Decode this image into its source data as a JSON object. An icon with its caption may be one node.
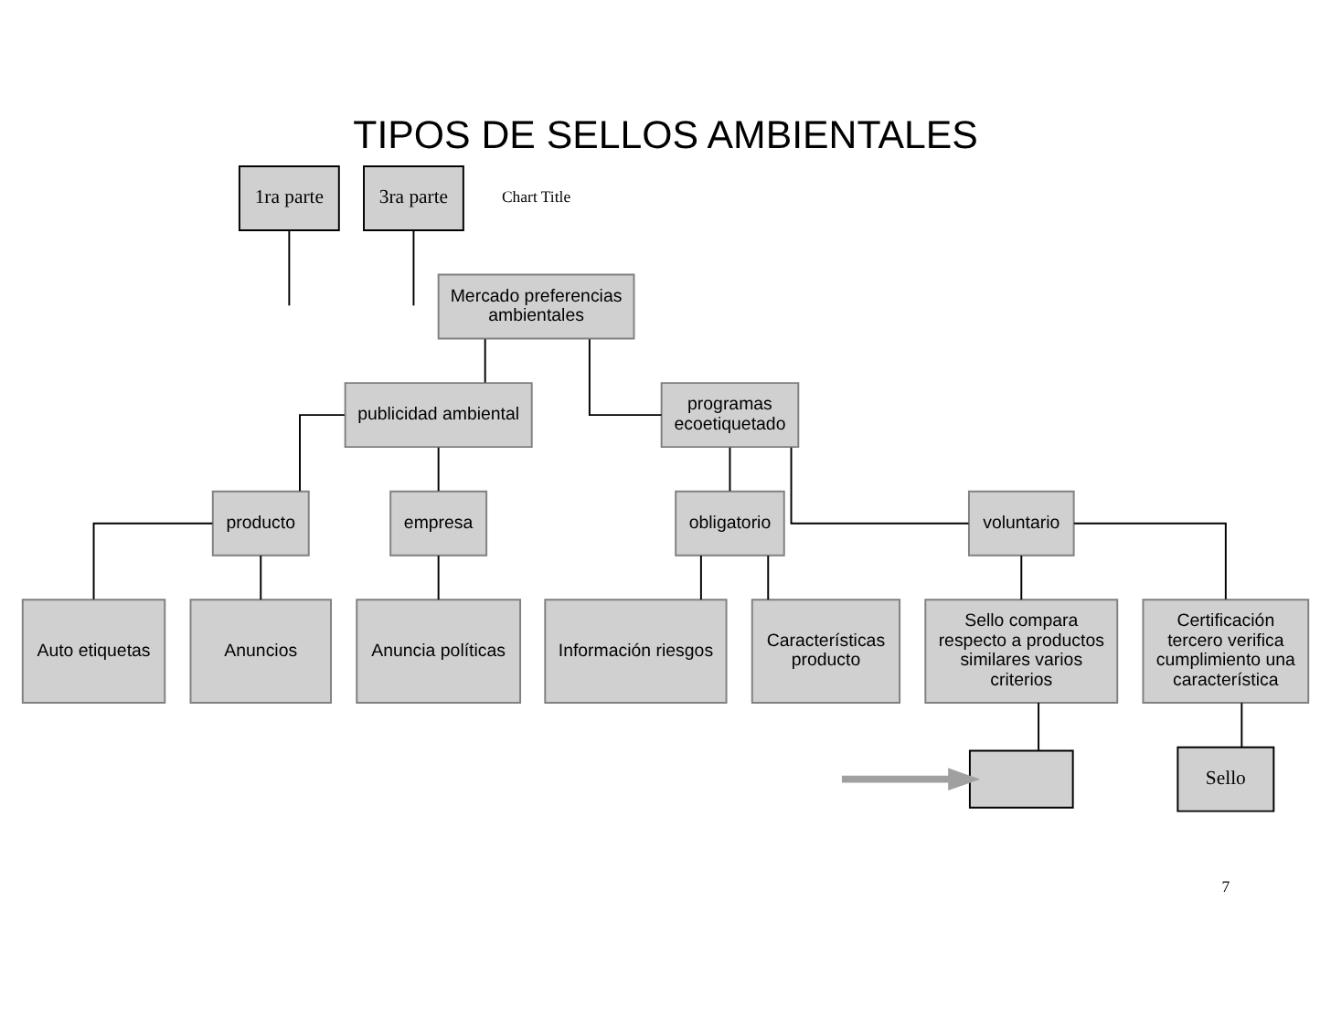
{
  "diagram": {
    "title": "TIPOS DE SELLOS AMBIENTALES",
    "nodes": [
      {
        "text": [
          "1ra parte"
        ]
      },
      {
        "text": [
          "3ra parte"
        ]
      },
      {
        "text": [
          "Mercado preferencias ambientales"
        ]
      },
      {
        "text": [
          "publicidad ambiental"
        ]
      },
      {
        "text": [
          "programas ecoetiquetado"
        ]
      },
      {
        "text": [
          "producto"
        ]
      },
      {
        "text": [
          "empresa"
        ]
      },
      {
        "text": [
          "obligatorio"
        ]
      },
      {
        "text": [
          "voluntario"
        ]
      },
      {
        "text": [
          "Auto etiquetas"
        ]
      },
      {
        "text": [
          "Anuncios"
        ]
      },
      {
        "text": [
          "Anuncia políticas"
        ]
      },
      {
        "text": [
          "Información riesgos"
        ]
      },
      {
        "text": [
          "Características producto"
        ]
      },
      {
        "text": [
          "Sello compara respecto a productos similares varios criterios"
        ]
      },
      {
        "text": [
          "Certificación tercero verifica cumplimiento una característica"
        ]
      },
      {
        "text": [],
        "shape": "box"
      },
      {
        "text": [
          "Sello"
        ]
      }
    ],
    "edges": [
      {
        "from": 2,
        "to": 3,
        "arrow": "none"
      },
      {
        "from": 2,
        "to": 4,
        "arrow": "none"
      },
      {
        "from": 3,
        "to": 5,
        "arrow": "none"
      },
      {
        "from": 3,
        "to": 6,
        "arrow": "none"
      },
      {
        "from": 4,
        "to": 7,
        "arrow": "none"
      },
      {
        "from": 4,
        "to": 8,
        "arrow": "none"
      },
      {
        "from": 5,
        "to": 9,
        "arrow": "none"
      },
      {
        "from": 5,
        "to": 10,
        "arrow": "none"
      },
      {
        "from": 6,
        "to": 11,
        "arrow": "none"
      },
      {
        "from": 7,
        "to": 12,
        "arrow": "none"
      },
      {
        "from": 7,
        "to": 13,
        "arrow": "none"
      },
      {
        "from": 8,
        "to": 14,
        "arrow": "none"
      },
      {
        "from": 8,
        "to": 15,
        "arrow": "none"
      },
      {
        "from": 0,
        "to": null,
        "arrow": "none"
      },
      {
        "from": 1,
        "to": null,
        "arrow": "none"
      },
      {
        "from": 16,
        "to": 14,
        "arrow": "none"
      },
      {
        "from": 17,
        "to": 15,
        "arrow": "none"
      },
      {
        "from": null,
        "to": 16,
        "arrow": "to",
        "style": "thick",
        "color": "#a0a0a0"
      }
    ],
    "labels": [
      "Chart Title",
      "7"
    ]
  }
}
